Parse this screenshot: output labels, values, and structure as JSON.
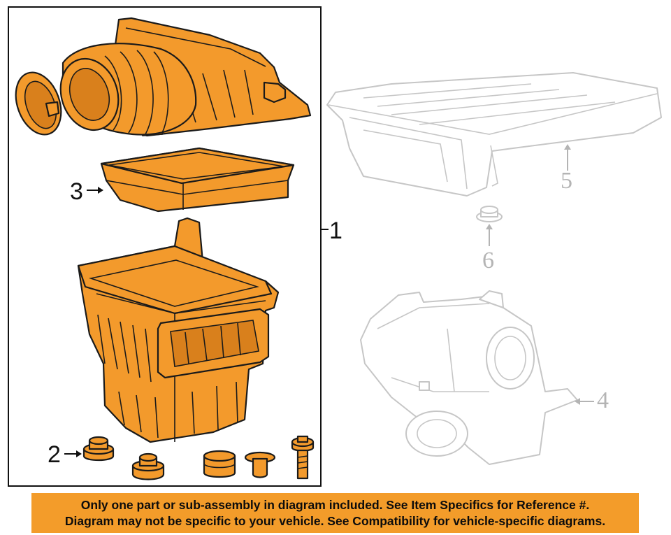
{
  "callouts": {
    "assembly": "1",
    "grommet": "2",
    "filter": "3",
    "housing_other": "4",
    "duct": "5",
    "insulator": "6"
  },
  "notice": {
    "line1": "Only one part or sub-assembly in diagram included. See Item Specifics for Reference #.",
    "line2": "Diagram may not be specific to your vehicle. See Compatibility for vehicle-specific diagrams."
  },
  "colors": {
    "highlight": "#f39a2c",
    "outline": "#1a1a1a",
    "faded": "#c8c8c8",
    "banner": "#f39c2a"
  }
}
